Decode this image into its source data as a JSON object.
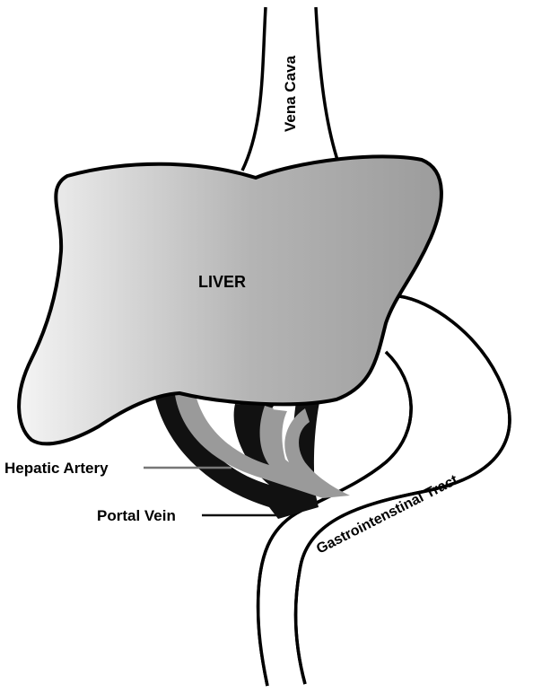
{
  "labels": {
    "vena_cava": "Vena Cava",
    "liver": "LIVER",
    "hepatic_artery": "Hepatic Artery",
    "portal_vein": "Portal Vein",
    "gi_tract": "Gastrointenstinal Tract"
  },
  "colors": {
    "outline": "#000000",
    "background": "#ffffff",
    "liver_light": "#f4f4f4",
    "liver_dark": "#9c9c9c",
    "portal_vein": "#111111",
    "hepatic_artery": "#9a9a9a",
    "leader_line": "#777777"
  }
}
